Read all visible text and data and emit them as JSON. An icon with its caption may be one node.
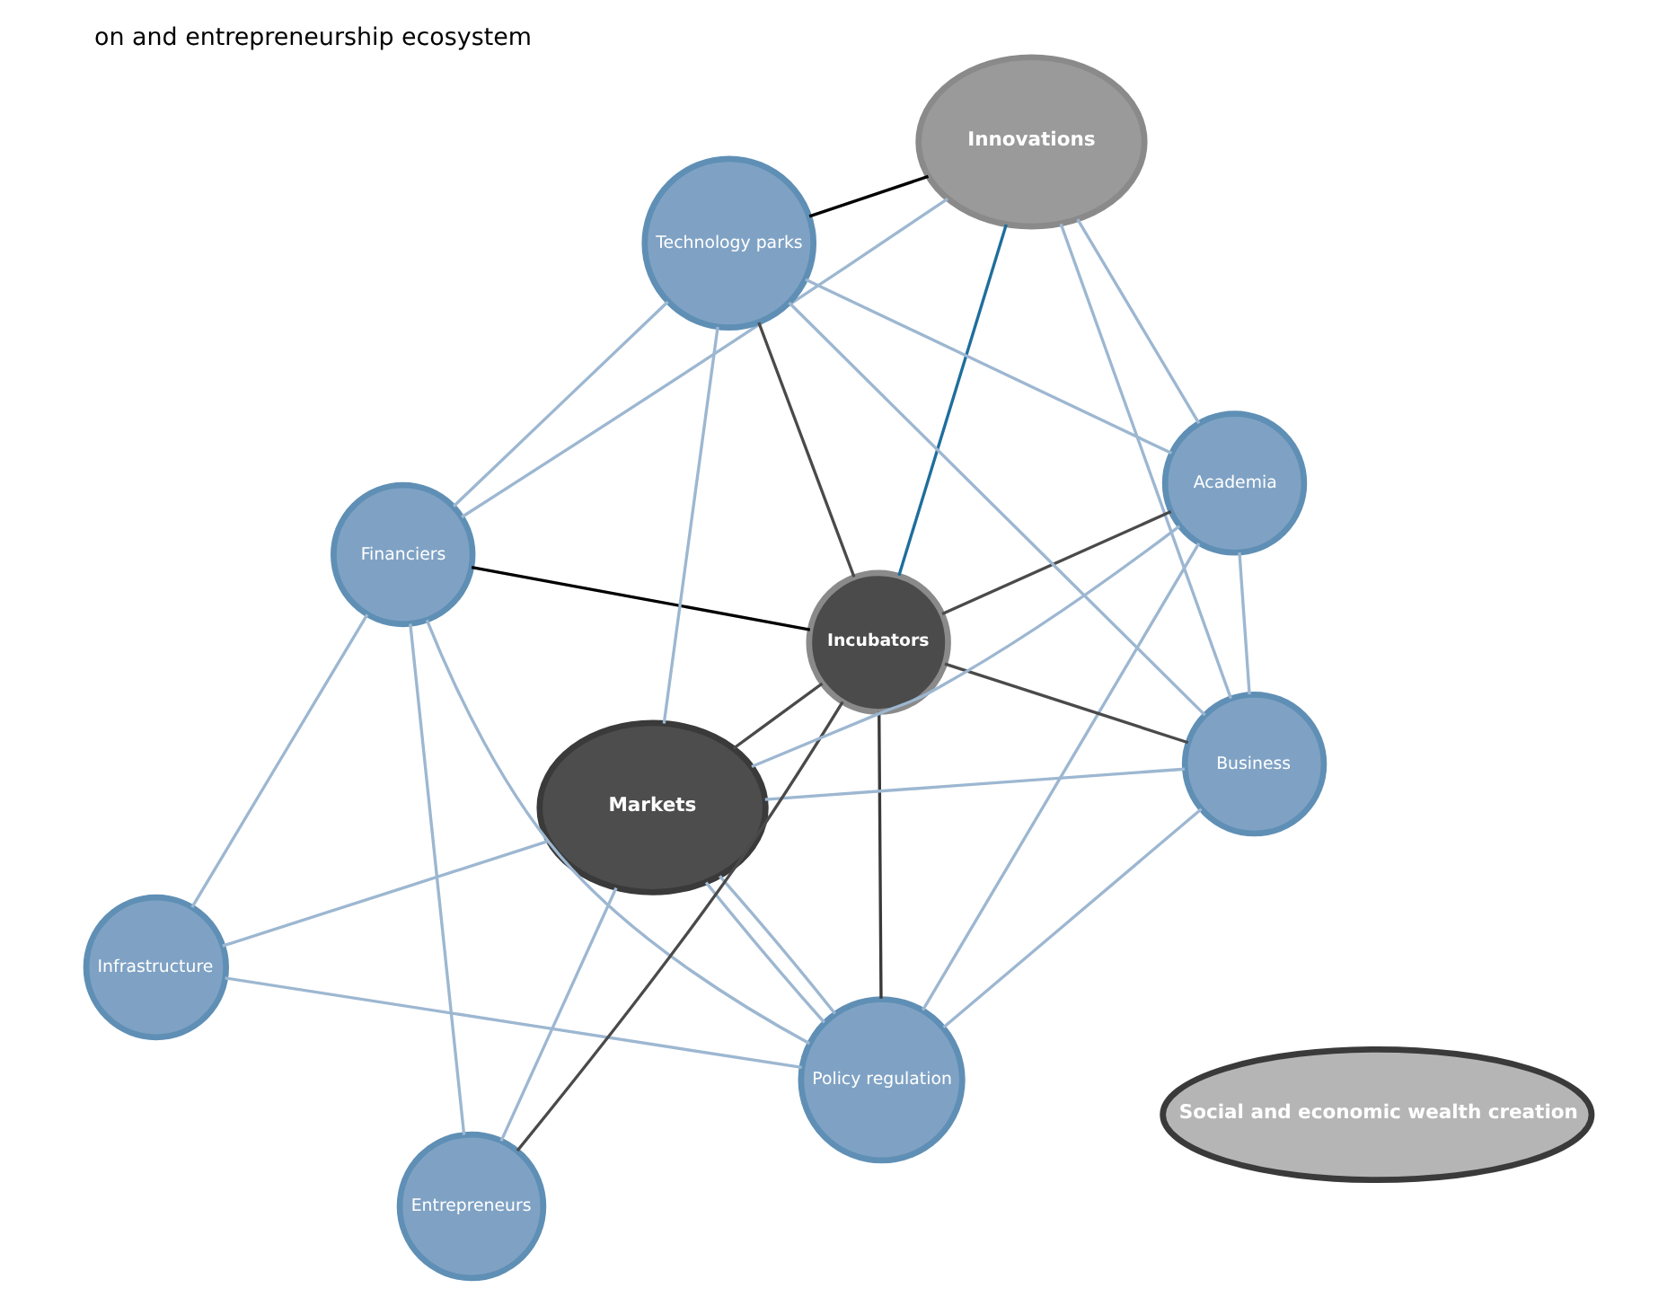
{
  "diagram": {
    "title": "on and entrepreneurship ecosystem",
    "nodes": [
      {
        "text": [
          "Infrastructure"
        ]
      },
      {
        "text": [
          "Financiers"
        ]
      },
      {
        "text": [
          "Social and economic wealth creation"
        ]
      },
      {
        "text": [
          "Policy regulation"
        ]
      },
      {
        "text": [
          "Markets"
        ]
      },
      {
        "text": [
          "Innovations"
        ]
      },
      {
        "text": [
          "Incubators"
        ]
      },
      {
        "text": [
          "Technology parks"
        ]
      },
      {
        "text": [
          "Academia"
        ]
      },
      {
        "text": [
          "Business"
        ]
      },
      {
        "text": [
          "Entrepreneurs"
        ]
      }
    ],
    "edges": [
      {
        "from": 0,
        "to": 1,
        "arrow": "none"
      },
      {
        "from": 0,
        "to": 3,
        "arrow": "none"
      },
      {
        "from": 0,
        "to": 4,
        "arrow": "none"
      },
      {
        "from": 3,
        "to": 1,
        "arrow": "none"
      },
      {
        "from": 3,
        "to": 6,
        "arrow": "none",
        "color": "#3a3a3a"
      },
      {
        "from": 5,
        "to": 6,
        "arrow": "none",
        "color": "#1f6e9c"
      },
      {
        "from": 3,
        "to": 4,
        "arrow": "none"
      },
      {
        "from": 3,
        "to": 4,
        "arrow": "none"
      },
      {
        "from": 3,
        "to": 8,
        "arrow": "none"
      },
      {
        "from": 3,
        "to": 9,
        "arrow": "none"
      },
      {
        "from": 1,
        "to": 5,
        "arrow": "none"
      },
      {
        "from": 1,
        "to": 6,
        "arrow": "none",
        "color": "#000000"
      },
      {
        "from": 1,
        "to": 10,
        "arrow": "none"
      },
      {
        "from": 1,
        "to": 7,
        "arrow": "none"
      },
      {
        "from": 8,
        "to": 4,
        "arrow": "none"
      },
      {
        "from": 8,
        "to": 6,
        "arrow": "none",
        "color": "#4a4a4a"
      },
      {
        "from": 8,
        "to": 5,
        "arrow": "none"
      },
      {
        "from": 8,
        "to": 7,
        "arrow": "none"
      },
      {
        "from": 8,
        "to": 9,
        "arrow": "none"
      },
      {
        "from": 4,
        "to": 9,
        "arrow": "none"
      },
      {
        "from": 4,
        "to": 10,
        "arrow": "none"
      },
      {
        "from": 4,
        "to": 7,
        "arrow": "none"
      },
      {
        "from": 4,
        "to": 6,
        "arrow": "none",
        "color": "#4a4a4a"
      },
      {
        "from": 5,
        "to": 9,
        "arrow": "none"
      },
      {
        "from": 5,
        "to": 7,
        "arrow": "none",
        "color": "#000000"
      },
      {
        "from": 6,
        "to": 9,
        "arrow": "none",
        "color": "#4a4a4a"
      },
      {
        "from": 6,
        "to": 10,
        "arrow": "none",
        "color": "#4a4a4a"
      },
      {
        "from": 6,
        "to": 7,
        "arrow": "none",
        "color": "#4a4a4a"
      },
      {
        "from": 9,
        "to": 7,
        "arrow": "none"
      }
    ]
  }
}
